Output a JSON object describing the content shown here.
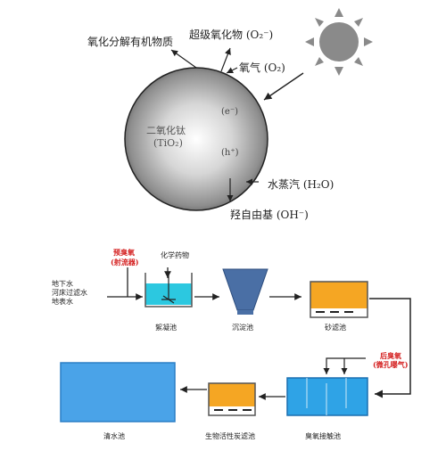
{
  "photocatalysis": {
    "label_organic": "氧化分解有机物质",
    "label_superoxide": "超级氧化物 (O₂⁻)",
    "label_oxygen": "氧气 (O₂)",
    "label_water_vapor": "水蒸汽 (H₂O)",
    "label_hydroxyl": "羟自由基 (OH⁻)",
    "sphere_name": "二氧化钛",
    "sphere_formula": "(TiO₂)",
    "electron": "(e⁻)",
    "hole": "(h⁺)"
  },
  "process": {
    "pre_ozone": "预臭氧",
    "pre_ozone_sub": "(射流器)",
    "water_sources": [
      "地下水",
      "河床过滤水",
      "地表水"
    ],
    "chemicals": "化学药物",
    "coagulation": "絮凝池",
    "sedimentation": "沉淀池",
    "sand_filter": "砂滤池",
    "post_ozone": "后臭氧",
    "post_ozone_sub": "(微孔曝气)",
    "ozone_contact": "臭氧接触池",
    "bac_filter": "生物活性炭滤池",
    "clear_water": "清水池"
  },
  "colors": {
    "water_cyan": "#2cc8e0",
    "filter_orange": "#f5a623",
    "clear_blue": "#4aa3e8",
    "funnel_blue": "#4a6fa5",
    "sun_gray": "#8a8a8a",
    "label_red": "#d42020"
  }
}
